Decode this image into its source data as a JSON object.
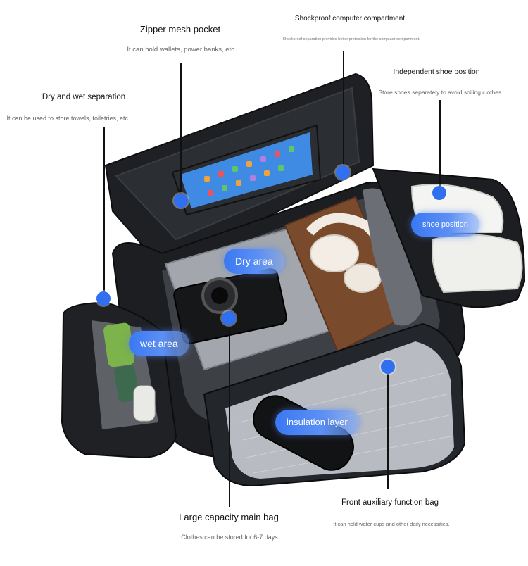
{
  "callouts": {
    "zipper": {
      "title": "Zipper mesh pocket",
      "desc": "It can hold wallets, power banks, etc."
    },
    "shockproof": {
      "title": "Shockproof computer compartment",
      "desc": "Shockproof separation provides better protection for the computer compartment."
    },
    "shoe": {
      "title": "Independent shoe position",
      "desc": "Store shoes separately to avoid soiling clothes."
    },
    "drywet": {
      "title": "Dry and wet separation",
      "desc": "It can be used to store towels, toiletries, etc."
    },
    "main": {
      "title": "Large capacity main bag",
      "desc": "Clothes can be stored for 6-7 days"
    },
    "front": {
      "title": "Front auxiliary function bag",
      "desc": "It can hold water cups and other daily necessities."
    }
  },
  "labels": {
    "dry_area": "Dry area",
    "wet_area": "wet area",
    "shoe_position": "shoe position",
    "insulation_layer": "insulation layer"
  },
  "colors": {
    "accent": "#2f6ff0",
    "bag": "#1e2023"
  }
}
